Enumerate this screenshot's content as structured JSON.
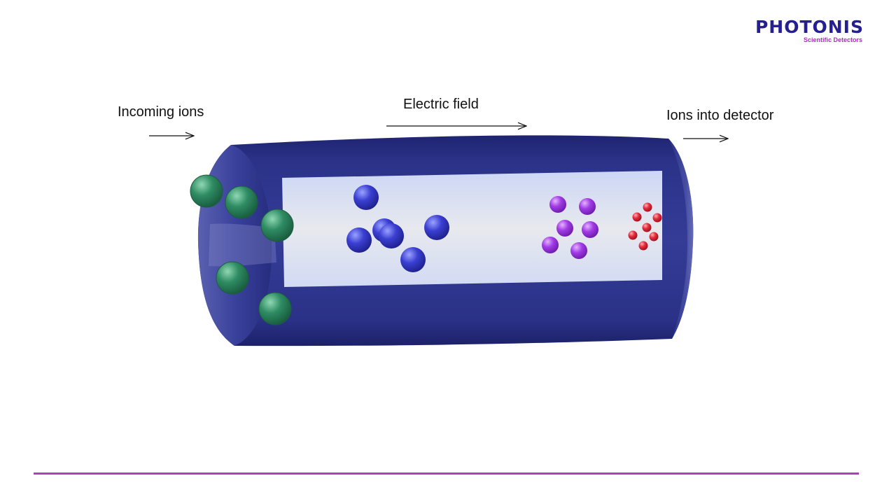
{
  "logo": {
    "brand": "PHOTONIS",
    "tagline": "Scientific Detectors"
  },
  "labels": {
    "incoming": "Incoming ions",
    "field": "Electric field",
    "outgoing": "Ions into detector"
  },
  "colors": {
    "tube": "#262c7e",
    "tube_inner": "#dde4f7",
    "ion_large": "#2e8a62",
    "ion_medium": "#3a3ed0",
    "ion_small": "#a038e0",
    "ion_tiny": "#e02a3a",
    "accent_line": "#b23cbf",
    "brand": "#25208f"
  }
}
